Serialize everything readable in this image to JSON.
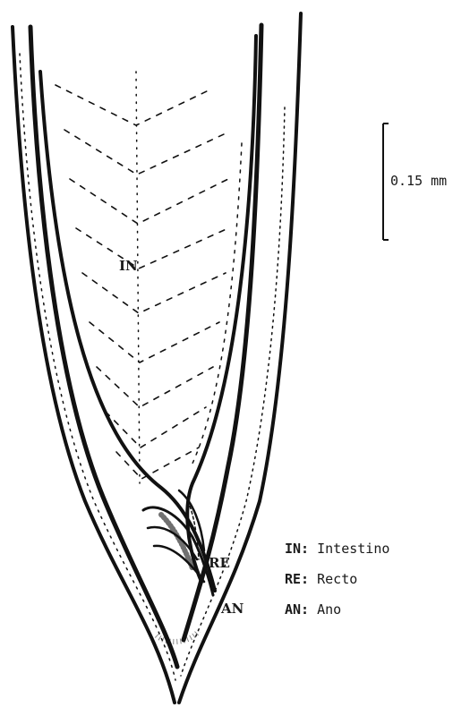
{
  "scale_bar": {
    "label": "0.15 mm"
  },
  "labels": {
    "intestine": "IN",
    "rectum": "RE",
    "anus": "AN"
  },
  "legend": [
    {
      "abbr": "IN:",
      "text": "Intestino"
    },
    {
      "abbr": "RE:",
      "text": "Recto"
    },
    {
      "abbr": "AN:",
      "text": "Ano"
    }
  ]
}
